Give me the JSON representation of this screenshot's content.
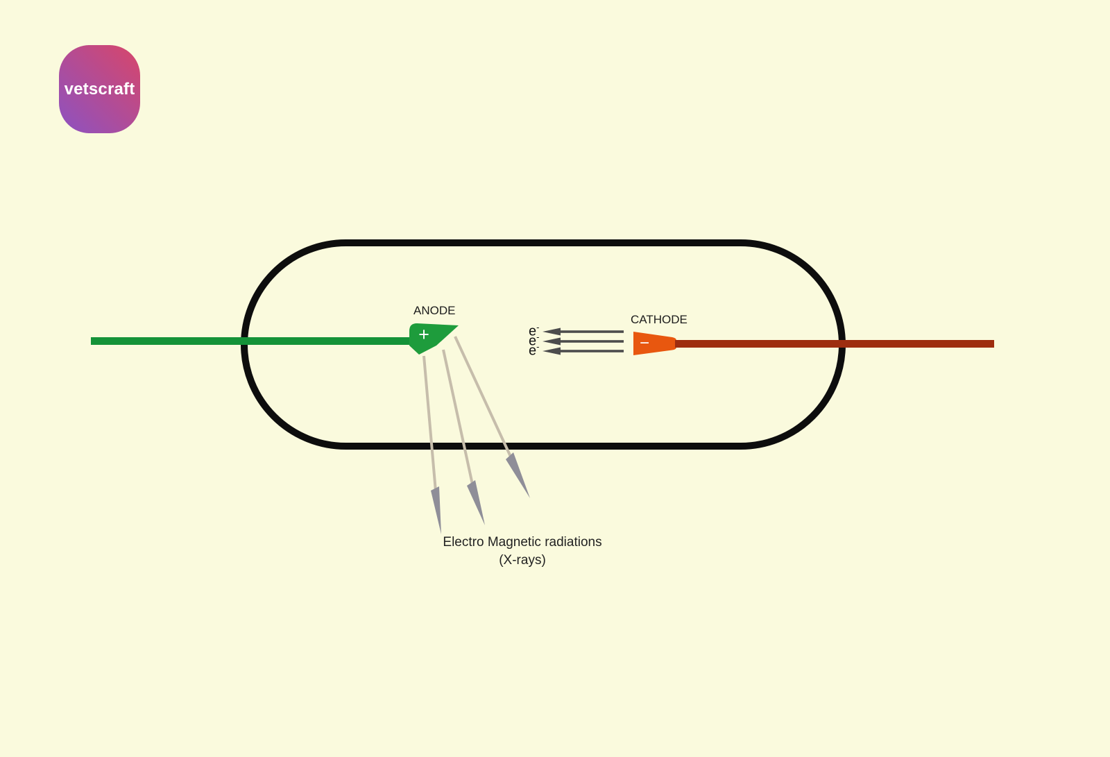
{
  "logo": {
    "text": "vetscraft"
  },
  "diagram": {
    "anode": {
      "label": "ANODE",
      "sign": "+"
    },
    "cathode": {
      "label": "CATHODE",
      "sign": "−"
    },
    "electrons": [
      {
        "base": "e",
        "sup": "-"
      },
      {
        "base": "e",
        "sup": "-"
      },
      {
        "base": "e",
        "sup": "-"
      }
    ],
    "caption": {
      "line1": "Electro Magnetic radiations",
      "line2": "(X-rays)"
    }
  },
  "colors": {
    "background": "#FAFADD",
    "tube_outline": "#0D0D0D",
    "anode_green": "#1E9C3C",
    "anode_wire_green": "#149238",
    "cathode_orange": "#E8570F",
    "cathode_wire_red": "#9E2D0F",
    "electron_arrow_gray": "#4C4C4C",
    "xray_ray_tan": "#C6BDAB",
    "xray_arrowhead_gray": "#8F8E98",
    "label_text": "#1C1C1C",
    "logo_gradient_start": "#D84669",
    "logo_gradient_end": "#8C52C2"
  }
}
